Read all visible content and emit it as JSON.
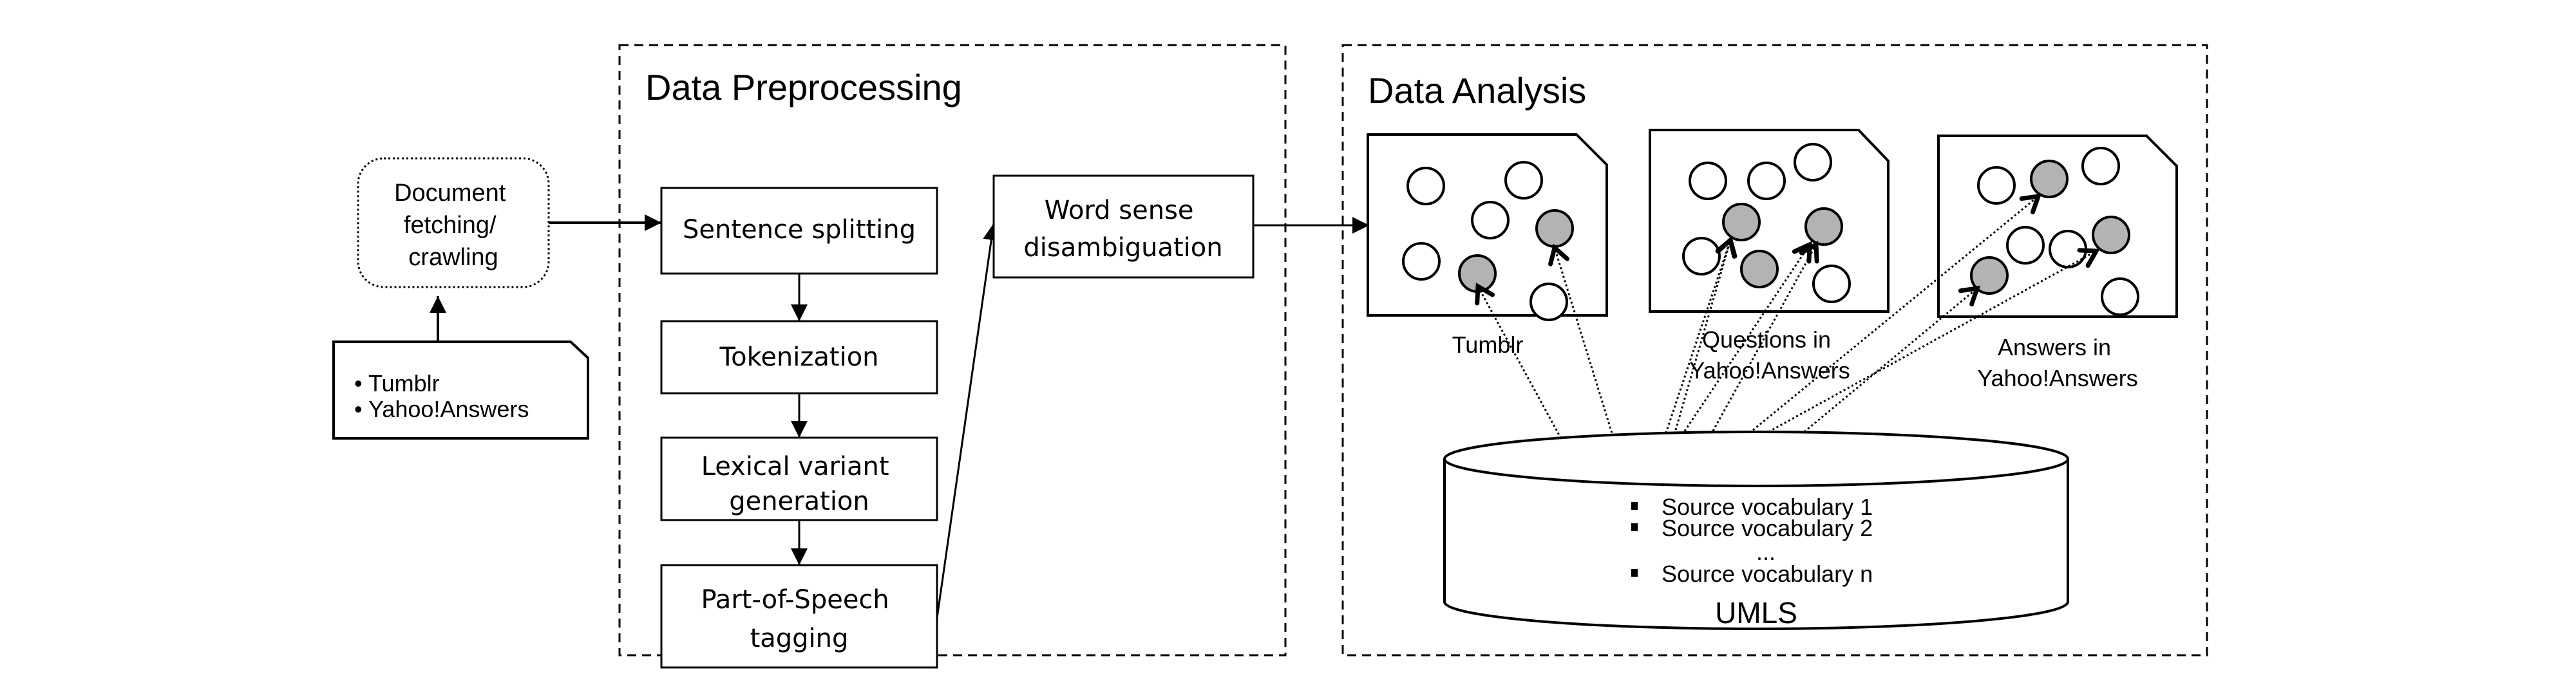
{
  "diagram": {
    "source_note": {
      "items": [
        "Tumblr",
        "Yahoo!Answers"
      ],
      "bullet": "•"
    },
    "fetch_box": {
      "lines": [
        "Document",
        "fetching/",
        "crawling"
      ]
    },
    "preprocessing": {
      "title": "Data Preprocessing",
      "steps": [
        {
          "lines": [
            "Sentence splitting"
          ]
        },
        {
          "lines": [
            "Tokenization"
          ]
        },
        {
          "lines": [
            "Lexical variant",
            "generation"
          ]
        },
        {
          "lines": [
            "Part-of-Speech",
            "tagging"
          ]
        }
      ],
      "wsd": {
        "lines": [
          "Word sense",
          "disambiguation"
        ]
      }
    },
    "analysis": {
      "title": "Data Analysis",
      "corpora": [
        {
          "label_lines": [
            "Tumblr"
          ]
        },
        {
          "label_lines": [
            "Questions in",
            "Yahoo!Answers"
          ]
        },
        {
          "label_lines": [
            "Answers in",
            "Yahoo!Answers"
          ]
        }
      ],
      "database": {
        "name": "UMLS",
        "vocabularies": [
          "Source vocabulary 1",
          "Source vocabulary 2",
          "...",
          "Source vocabulary n"
        ]
      }
    },
    "colors": {
      "stroke": "#000000",
      "highlight_fill": "#b3b3b3",
      "background": "#ffffff"
    }
  }
}
